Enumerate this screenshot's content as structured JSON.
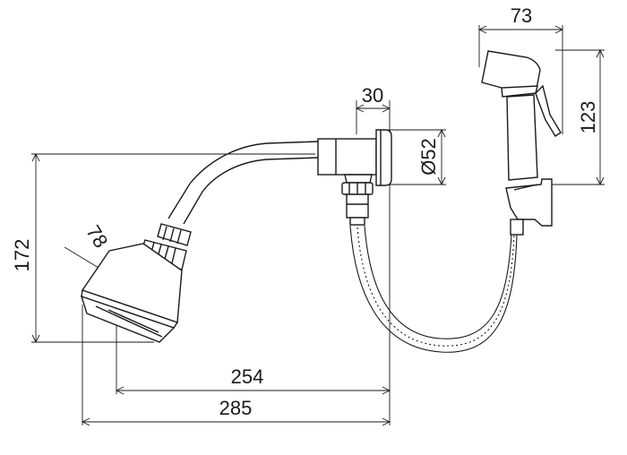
{
  "dimensions": {
    "head_height": "172",
    "head_diameter": "78",
    "outlet_width": "30",
    "outlet_diameter": "Ø52",
    "sprayer_width": "73",
    "sprayer_height": "123",
    "arm_reach": "254",
    "overall_length": "285"
  }
}
